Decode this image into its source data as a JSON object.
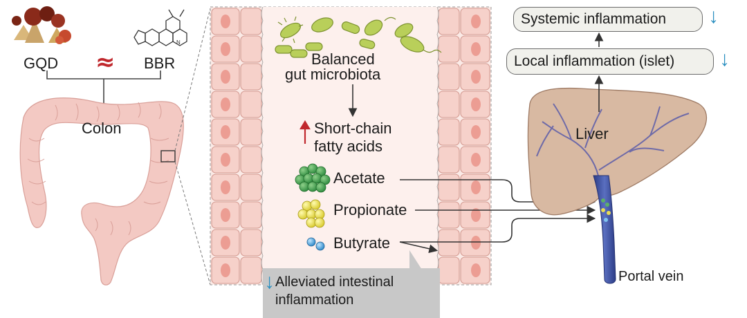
{
  "herbs": {
    "left_label": "GQD",
    "approx_symbol": "≈",
    "right_label": "BBR"
  },
  "colon": {
    "label": "Colon"
  },
  "intestine": {
    "microbiota_label_1": "Balanced",
    "microbiota_label_2": "gut microbiota",
    "scfa_label_1": "Short-chain",
    "scfa_label_2": "fatty acids",
    "acetate": "Acetate",
    "propionate": "Propionate",
    "butyrate": "Butyrate",
    "alleviated_1": "Alleviated intestinal",
    "alleviated_2": "inflammation"
  },
  "liver": {
    "label": "Liver",
    "portal_vein": "Portal vein"
  },
  "inflammation": {
    "systemic": "Systemic inflammation",
    "local": "Local inflammation (islet)"
  },
  "colors": {
    "tissue_pink": "#f3c9c3",
    "liver_tan": "#d8b9a2",
    "vein_blue": "#3d4f9a",
    "up_arrow_red": "#c0282d",
    "down_arrow_blue": "#2a8fc0",
    "bacteria_green": "#b9cf5a"
  },
  "icons": [
    "herb-pile-icon",
    "berberine-structure-icon",
    "bacteria-icon",
    "acetate-cluster-icon",
    "propionate-cluster-icon",
    "butyrate-cluster-icon"
  ]
}
